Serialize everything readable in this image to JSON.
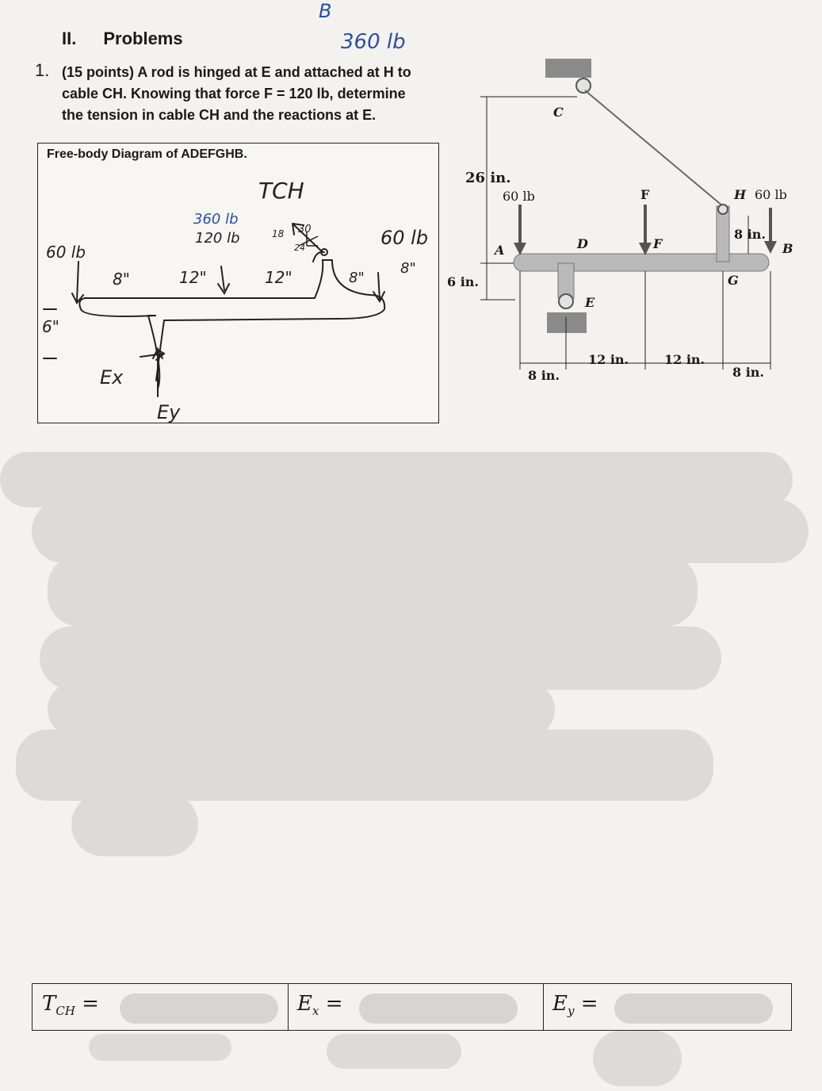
{
  "header": {
    "section_number": "II.",
    "section_title": "Problems"
  },
  "handwritten_top": {
    "point_label": "B",
    "force_value": "360 lb"
  },
  "problem": {
    "number": "1.",
    "line1": "(15 points) A rod is hinged at E and attached at H to",
    "line2": "cable CH. Knowing that force F = 120 lb, determine",
    "line3": "the tension in cable CH and the reactions at E."
  },
  "fbd": {
    "title": "Free-body Diagram of ADEFGHB.",
    "labels": {
      "tch": "TCH",
      "force_360_blue": "360 lb",
      "force_120": "120 lb",
      "left_load": "60 lb",
      "right_load": "60 lb",
      "dist_8_left": "8\"",
      "dist_12_a": "12\"",
      "dist_12_b": "12\"",
      "dist_8_right": "8\"",
      "dist_8_far": "8\"",
      "dist_6": "6\"",
      "ratio_18": "18",
      "ratio_24": "24",
      "ratio_30": "30",
      "ex": "Ex",
      "ey": "Ey"
    }
  },
  "figure": {
    "point_c": "C",
    "point_a": "A",
    "point_d": "D",
    "point_e": "E",
    "point_f": "F",
    "point_f_bold": "F",
    "point_h": "H",
    "point_b": "B",
    "point_g": "G",
    "load_left": "60 lb",
    "load_right": "60 lb",
    "dim_26": "26 in.",
    "dim_6": "6 in.",
    "dim_8_h": "8 in.",
    "dim_8_a": "8 in.",
    "dim_12_a": "12 in.",
    "dim_12_b": "12 in.",
    "dim_8_b": "8 in."
  },
  "answers": {
    "tch_label": "T",
    "tch_sub": "CH",
    "ex_label": "E",
    "ex_sub": "x",
    "ey_label": "E",
    "ey_sub": "y",
    "equals": "="
  },
  "colors": {
    "ink": "#1a1a1a",
    "blue_ink": "#2c4ea3",
    "rod": "#b9b9b9",
    "support": "#8a8a8a",
    "cable": "#6a6a6a"
  }
}
